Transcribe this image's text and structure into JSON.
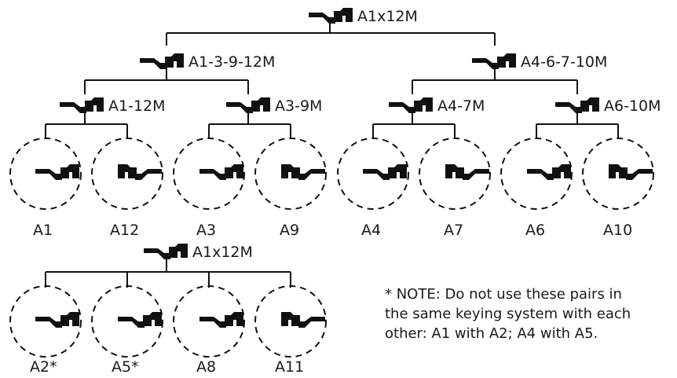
{
  "diagram": {
    "groups": [
      {
        "root": {
          "label": "A1x12M"
        },
        "level2": [
          {
            "label": "A1-3-9-12M"
          },
          {
            "label": "A4-6-7-10M"
          }
        ],
        "level3": [
          {
            "label": "A1-12M"
          },
          {
            "label": "A3-9M"
          },
          {
            "label": "A4-7M"
          },
          {
            "label": "A6-10M"
          }
        ],
        "leaves": [
          {
            "label": "A1"
          },
          {
            "label": "A12"
          },
          {
            "label": "A3"
          },
          {
            "label": "A9"
          },
          {
            "label": "A4"
          },
          {
            "label": "A7"
          },
          {
            "label": "A6"
          },
          {
            "label": "A10"
          }
        ]
      },
      {
        "root": {
          "label": "A1x12M"
        },
        "leaves": [
          {
            "label": "A2*"
          },
          {
            "label": "A5*"
          },
          {
            "label": "A8"
          },
          {
            "label": "A11"
          }
        ]
      }
    ],
    "icon": "key-icon",
    "note": "* NOTE: Do not use these pairs in the same keying system with each other: A1 with A2; A4 with A5.",
    "colors": {
      "line": "#111111",
      "icon": "#111111",
      "text": "#1a1a1a"
    }
  }
}
